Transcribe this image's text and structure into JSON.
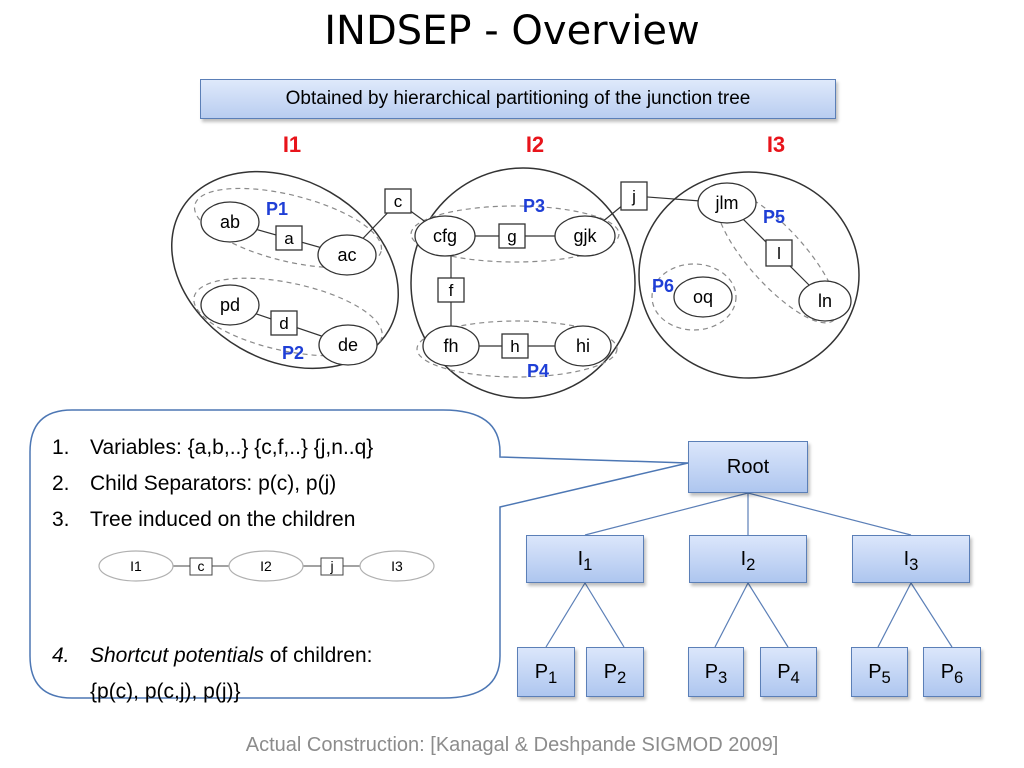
{
  "title": "INDSEP - Overview",
  "subtitle": "Obtained by hierarchical partitioning of the junction tree",
  "partitions": {
    "i1": "I1",
    "i2": "I2",
    "i3": "I3",
    "p1": "P1",
    "p2": "P2",
    "p3": "P3",
    "p4": "P4",
    "p5": "P5",
    "p6": "P6"
  },
  "cliques": {
    "ab": "ab",
    "ac": "ac",
    "pd": "pd",
    "de": "de",
    "cfg": "cfg",
    "gjk": "gjk",
    "fh": "fh",
    "hi": "hi",
    "jlm": "jlm",
    "ln": "ln",
    "oq": "oq"
  },
  "separators": {
    "a": "a",
    "c": "c",
    "d": "d",
    "g": "g",
    "f": "f",
    "h": "h",
    "j": "j",
    "l": "l"
  },
  "callout": {
    "item1_num": "1.",
    "item1": "Variables: {a,b,..} {c,f,..} {j,n..q}",
    "item2_num": "2.",
    "item2": "Child Separators: p(c), p(j)",
    "item3_num": "3.",
    "item3": "Tree induced on the children",
    "mini": {
      "i1": "I1",
      "c": "c",
      "i2": "I2",
      "j": "j",
      "i3": "I3"
    },
    "item4_num": "4.",
    "item4_em": "Shortcut potentials",
    "item4_rest": " of children:",
    "item4_line2": "{p(c), p(c,j), p(j)}"
  },
  "tree": {
    "root": "Root",
    "i": "I",
    "p": "P",
    "sub1": "1",
    "sub2": "2",
    "sub3": "3",
    "sub4": "4",
    "sub5": "5",
    "sub6": "6"
  },
  "footer": "Actual Construction: [Kanagal & Deshpande SIGMOD 2009]",
  "colors": {
    "partition_label": "#e8141b",
    "sub_partition_label": "#1f3fd6",
    "box_fill": "#c3d5f4",
    "box_border": "#5b7fb7"
  }
}
